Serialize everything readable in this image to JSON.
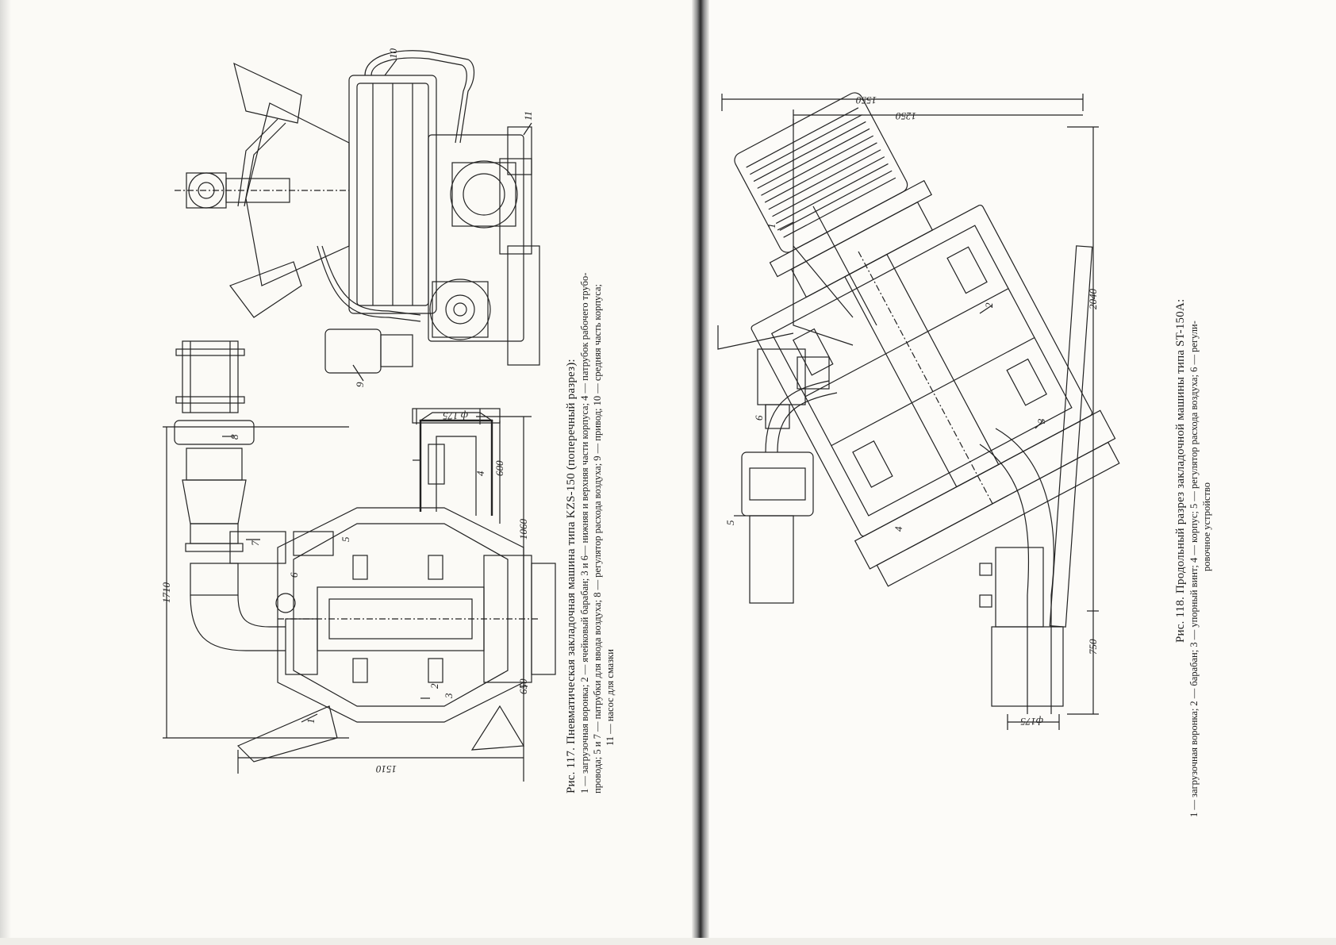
{
  "left_page": {
    "figure_117": {
      "caption_title": "Рис. 117. Пневматическая закладочная машина типа KZS-150 (поперечный разрез):",
      "legend_line1": "1 — загрузочная воронка; 2 — ячейковый барабан; 3 и 6— нижняя и верхняя части корпуса; 4 — патрубок рабочего трубо-",
      "legend_line2": "провода; 5 и 7 — патрубки для ввода воздуха; 8 — регулятор расхода воздуха; 9 — привод; 10 — средняя часть корпуса;",
      "legend_line3": "11 — насос для смазки",
      "dimensions": [
        "1710",
        "1060",
        "650",
        "1510",
        "600",
        "ф 175"
      ],
      "callouts": [
        "1",
        "2",
        "3",
        "4",
        "5",
        "6",
        "7",
        "8",
        "9",
        "10",
        "11"
      ]
    }
  },
  "right_page": {
    "figure_118": {
      "caption_title": "Рис. 118. Продольный разрез закладочной машины типа ST-150A:",
      "legend_line1": "1 — загрузочная воронка; 2 — барабан; 3 — упорный винт; 4 — корпус; 5 — регулятор расхода воздуха; 6 — регули-",
      "legend_line2": "ровочное устройство",
      "dimensions": [
        "1550",
        "1250",
        "2040",
        "750",
        "ф175"
      ],
      "callouts": [
        "1",
        "2",
        "3",
        "4",
        "5",
        "6"
      ]
    }
  }
}
